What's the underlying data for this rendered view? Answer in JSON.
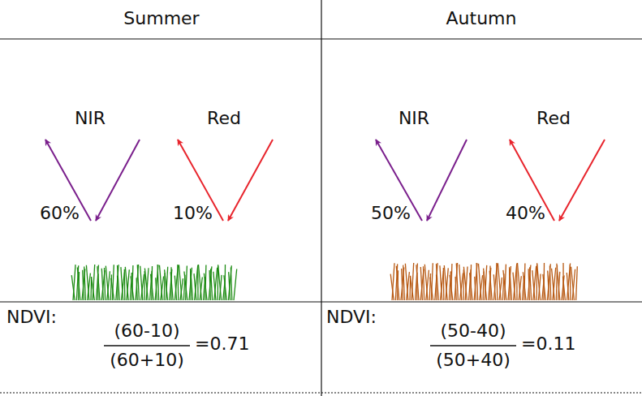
{
  "diagram": {
    "labels": [
      "Summer",
      "Autumn",
      "NIR",
      "Red",
      "60%",
      "10%",
      "NIR",
      "Red",
      "50%",
      "40%",
      "NDVI:",
      "(60-10)",
      "(60+10)",
      "=0.71",
      "NDVI:",
      "(50-40)",
      "(50+40)",
      "=0.11"
    ]
  }
}
